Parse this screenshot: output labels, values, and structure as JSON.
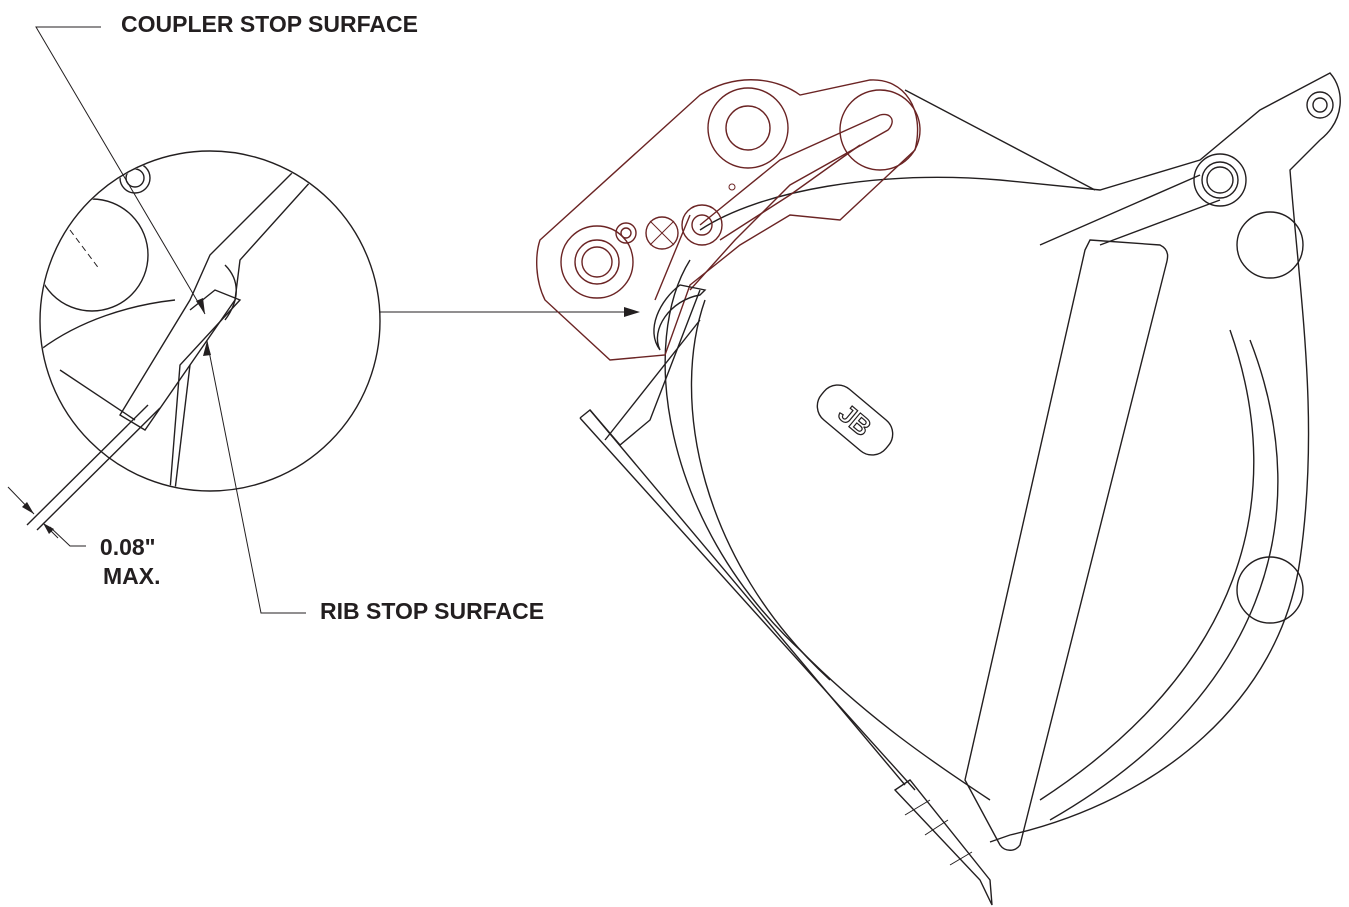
{
  "diagram": {
    "callouts": {
      "coupler_stop": "COUPLER STOP SURFACE",
      "rib_stop": "RIB STOP SURFACE",
      "gap_value": "0.08\"",
      "gap_qualifier": "MAX."
    },
    "logo_text": "JB"
  },
  "colors": {
    "line": "#231f20",
    "coupler": "#6b2424",
    "background": "#ffffff"
  }
}
